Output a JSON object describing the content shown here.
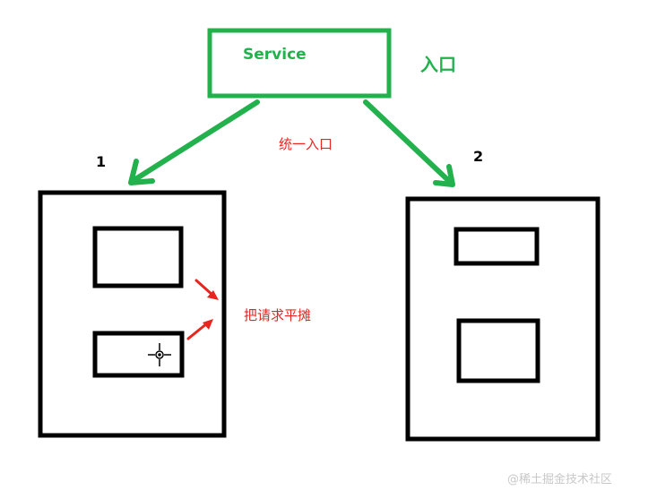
{
  "service_label": "Service",
  "entry_label": "入口",
  "unified_entry_label": "统一入口",
  "server1_label": "1",
  "server2_label": "2",
  "balance_label": "把请求平摊",
  "watermark": "@稀土掘金技术社区",
  "colors": {
    "green": "#22b14c",
    "red": "#e8251f",
    "black": "#000000",
    "watermark": "#c8c8c8"
  },
  "icons": [
    "crosshair-cursor-icon"
  ]
}
